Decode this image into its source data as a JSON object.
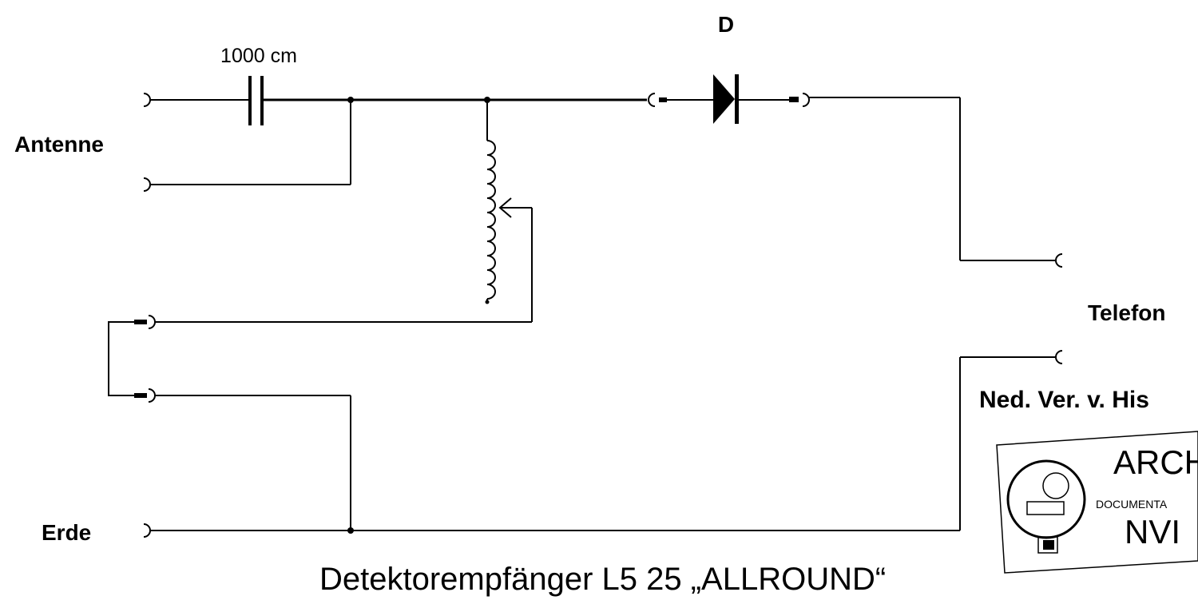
{
  "labels": {
    "capacitor_value": "1000 cm",
    "diode": "D",
    "antenna": "Antenne",
    "earth": "Erde",
    "telephone": "Telefon",
    "society": "Ned. Ver. v. His",
    "title": "Detektorempfänger L5 25 „ALLROUND“"
  },
  "stamp": {
    "archive": "ARCH",
    "documentation": "DOCUMENTA",
    "abbreviation": "NVI"
  },
  "colors": {
    "ink": "#000000",
    "paper": "#ffffff"
  }
}
